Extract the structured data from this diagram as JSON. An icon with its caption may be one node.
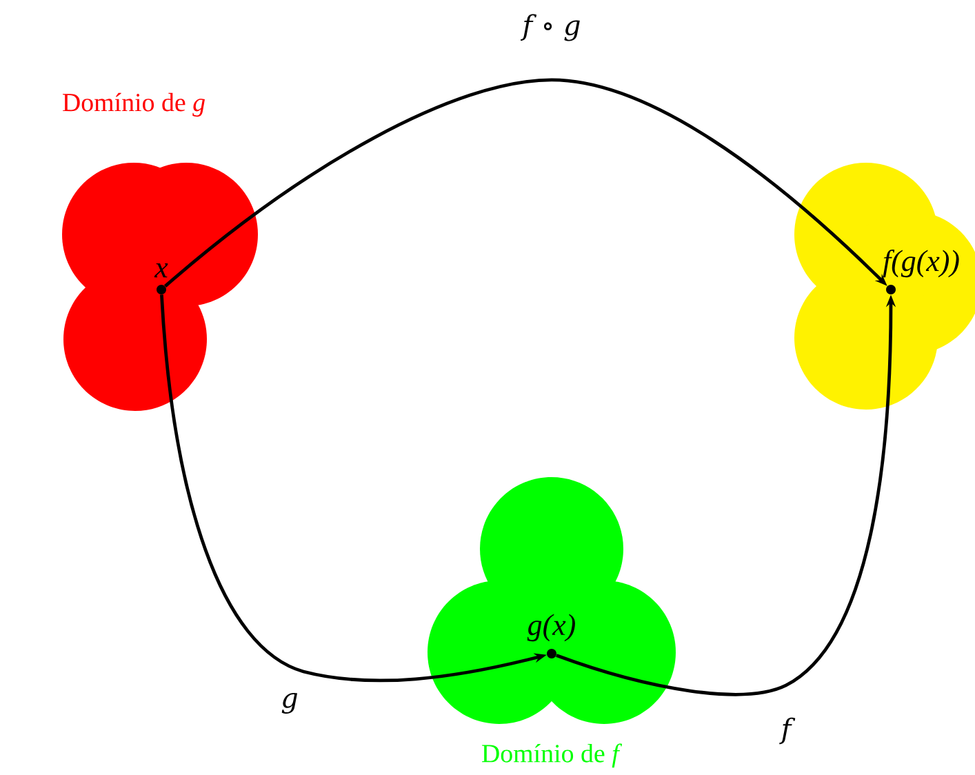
{
  "diagram": {
    "nodes": [
      {
        "text": [],
        "shape": "cloud",
        "beside": [
          "Domínio de *g*"
        ]
      },
      {
        "text": [
          "x"
        ],
        "in": 0
      },
      {
        "text": [],
        "shape": "cloud",
        "beside": [
          "Domínio de *f*"
        ]
      },
      {
        "text": [
          "g(x)"
        ],
        "in": 2
      },
      {
        "text": [],
        "shape": "cloud"
      },
      {
        "text": [
          "f(g(x))"
        ],
        "in": 4
      }
    ],
    "edges": [
      {
        "from": 1,
        "to": 3,
        "arrow": "to",
        "label": "g"
      },
      {
        "from": 3,
        "to": 5,
        "arrow": "to",
        "label": "f"
      },
      {
        "from": 1,
        "to": 5,
        "arrow": "to",
        "label": "f ∘ g"
      }
    ]
  }
}
